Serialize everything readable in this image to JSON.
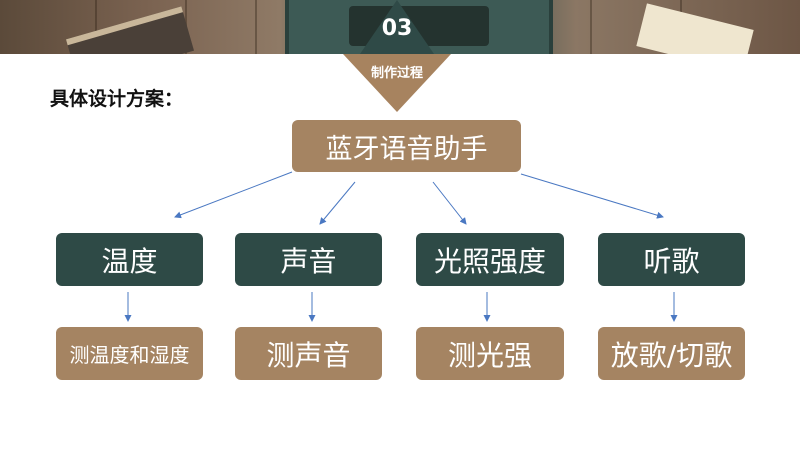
{
  "header": {
    "section_number": "03",
    "section_title": "制作过程",
    "colors": {
      "dark": "#2e4a46",
      "accent": "#a58462"
    }
  },
  "heading": "具体设计方案：",
  "diagram": {
    "root": "蓝牙语音助手",
    "branches": [
      {
        "label": "温度",
        "child": "测温度和湿度"
      },
      {
        "label": "声音",
        "child": "测声音"
      },
      {
        "label": "光照强度",
        "child": "测光强"
      },
      {
        "label": "听歌",
        "child": "放歌/切歌"
      }
    ]
  }
}
